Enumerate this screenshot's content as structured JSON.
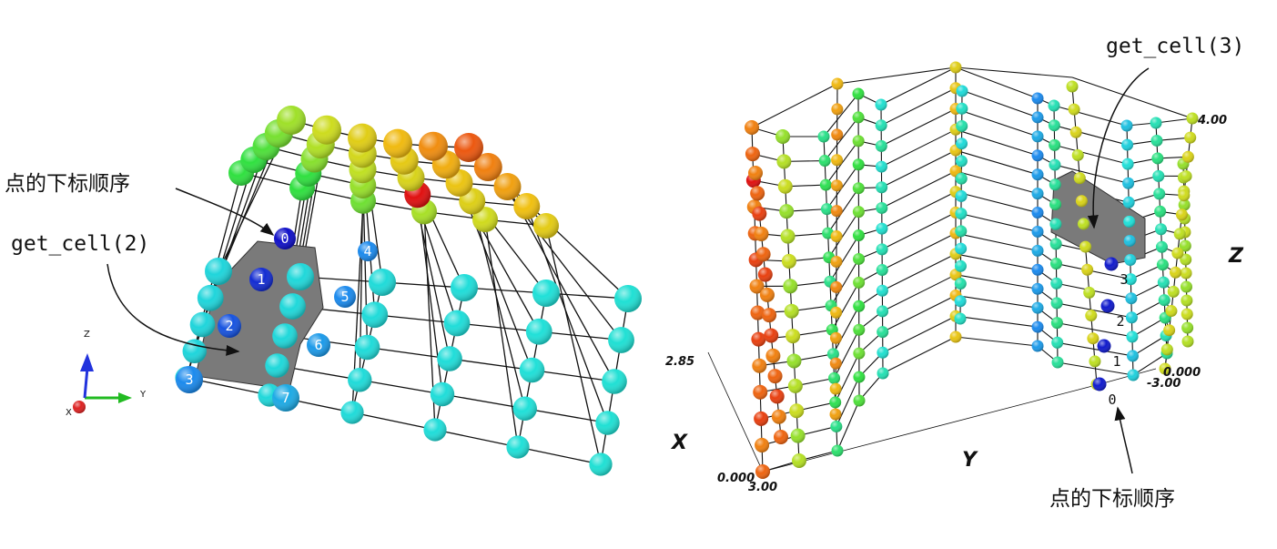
{
  "left_view": {
    "annotation_point_order": "点的下标顺序",
    "annotation_cell": "get_cell(2)",
    "point_indices": [
      "0",
      "1",
      "2",
      "3",
      "4",
      "5",
      "6",
      "7"
    ],
    "triad": {
      "x": "X",
      "y": "Y",
      "z": "Z"
    }
  },
  "right_view": {
    "annotation_cell": "get_cell(3)",
    "annotation_point_order": "点的下标顺序",
    "point_indices": [
      "0",
      "1",
      "2",
      "3"
    ],
    "axis_labels": {
      "x": "X",
      "y": "Y",
      "z": "Z"
    },
    "tick_labels": {
      "x_max": "2.85",
      "x_min": "0.000",
      "y_max": "3.00",
      "y_min": "-3.00",
      "z_min": "0.000",
      "z_max": "4.00"
    }
  },
  "colors": {
    "cell_fill": "#7a7a7a",
    "line": "#111111",
    "low": "#1a1acc",
    "mid": "#20e0d0",
    "high": "#e01010"
  }
}
